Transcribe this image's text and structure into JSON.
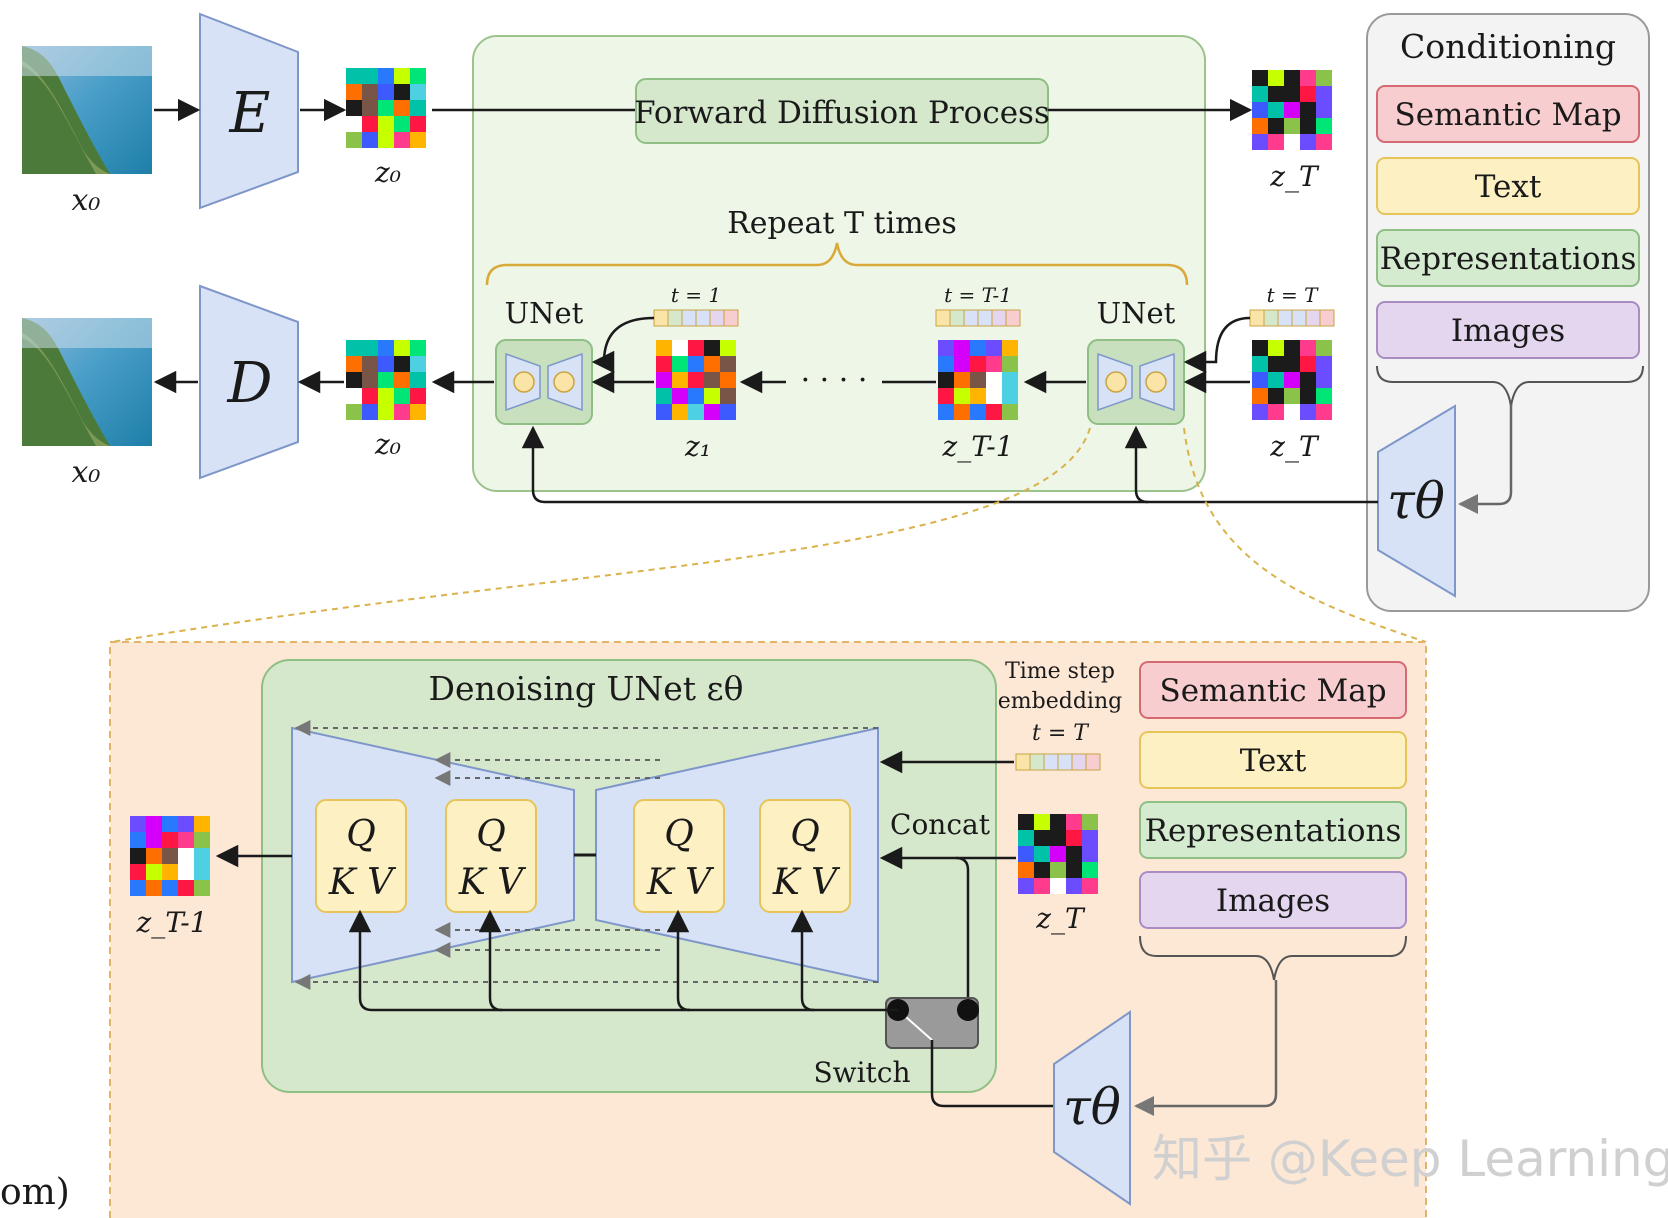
{
  "top": {
    "x0_label": "x₀",
    "encoder_label": "E",
    "decoder_label": "D",
    "z0_label": "z₀",
    "zT_label": "z_T",
    "forward_diffusion": "Forward Diffusion Process",
    "repeat_label": "Repeat T times",
    "unet_left": "UNet",
    "unet_right": "UNet",
    "t1_label": "t = 1",
    "tT1_label": "t = T-1",
    "tT_label": "t = T",
    "z1_label": "z₁",
    "zT1_label": "z_T-1",
    "ellipsis": "· · · ·",
    "tau_label": "τθ"
  },
  "conditioning": {
    "title": "Conditioning",
    "items": [
      {
        "label": "Semantic Map",
        "color": "#f8cdd0",
        "border": "#d66a74"
      },
      {
        "label": "Text",
        "color": "#fdf0c2",
        "border": "#e6c45a"
      },
      {
        "label": "Representations",
        "color": "#d5ebd0",
        "border": "#8fbf85"
      },
      {
        "label": "Images",
        "color": "#e4d6ee",
        "border": "#a98cc2"
      }
    ]
  },
  "detail": {
    "title": "Denoising UNet εθ",
    "timestep_line1": "Time step",
    "timestep_line2": "embedding",
    "timestep_t": "t = T",
    "concat": "Concat",
    "switch": "Switch",
    "zT_label": "z_T",
    "zT1_label": "z_T-1",
    "tau_label": "τθ",
    "qkv_q": "Q",
    "qkv_kv": "K V",
    "cond_items": [
      {
        "label": "Semantic Map",
        "color": "#f8cdd0",
        "border": "#d66a74"
      },
      {
        "label": "Text",
        "color": "#fdf0c2",
        "border": "#e6c45a"
      },
      {
        "label": "Representations",
        "color": "#d5ebd0",
        "border": "#8fbf85"
      },
      {
        "label": "Images",
        "color": "#e4d6ee",
        "border": "#a98cc2"
      }
    ]
  },
  "watermark": "知乎 @Keep Learning",
  "caption_fragment": "om)",
  "colors": {
    "panel_green": "#eef6e8",
    "panel_green_border": "#9cc38b",
    "detail_bg": "#fde8d6",
    "detail_border": "#e2b36a",
    "trap_fill": "#d7e2f7",
    "trap_border": "#7f96c9",
    "inner_green": "#d6e8cc"
  }
}
